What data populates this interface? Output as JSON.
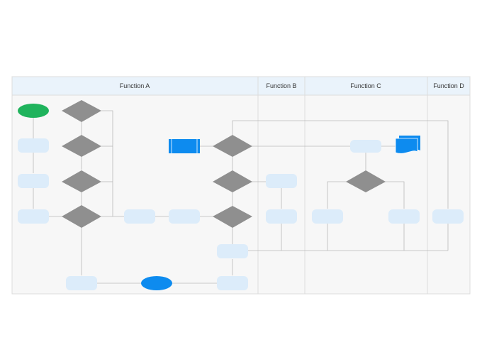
{
  "lanes": [
    {
      "label": "Function A"
    },
    {
      "label": "Function B"
    },
    {
      "label": "Function C"
    },
    {
      "label": "Function D"
    }
  ],
  "colors": {
    "lane_header_bg": "#eaf3fb",
    "lane_body_bg": "#f7f7f7",
    "lane_border": "#dcdcdc",
    "process_fill": "#dcecfa",
    "decision_fill": "#8f8f8f",
    "terminator_start": "#1fb35c",
    "terminator_end": "#0d8bef",
    "io_fill": "#0d8bef",
    "connector": "#b9b9b9"
  }
}
